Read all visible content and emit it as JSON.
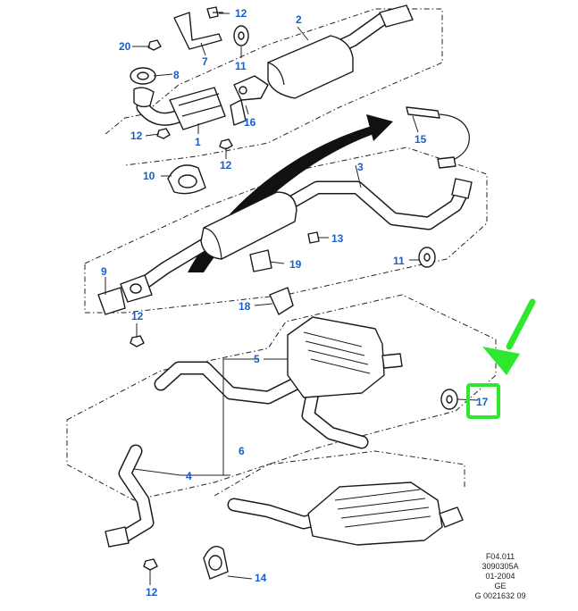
{
  "diagram": {
    "accent_color": "#1a5fc8",
    "highlight_color": "#2ee82e",
    "callouts": [
      {
        "id": "c1",
        "label": "1"
      },
      {
        "id": "c2",
        "label": "2"
      },
      {
        "id": "c3",
        "label": "3"
      },
      {
        "id": "c4",
        "label": "4"
      },
      {
        "id": "c5",
        "label": "5"
      },
      {
        "id": "c6",
        "label": "6"
      },
      {
        "id": "c7",
        "label": "7"
      },
      {
        "id": "c8",
        "label": "8"
      },
      {
        "id": "c9",
        "label": "9"
      },
      {
        "id": "c10",
        "label": "10"
      },
      {
        "id": "c11a",
        "label": "11"
      },
      {
        "id": "c11b",
        "label": "11"
      },
      {
        "id": "c12a",
        "label": "12"
      },
      {
        "id": "c12b",
        "label": "12"
      },
      {
        "id": "c12c",
        "label": "12"
      },
      {
        "id": "c12d",
        "label": "12"
      },
      {
        "id": "c12e",
        "label": "12"
      },
      {
        "id": "c13",
        "label": "13"
      },
      {
        "id": "c14",
        "label": "14"
      },
      {
        "id": "c15",
        "label": "15"
      },
      {
        "id": "c16",
        "label": "16"
      },
      {
        "id": "c17",
        "label": "17"
      },
      {
        "id": "c18",
        "label": "18"
      },
      {
        "id": "c19",
        "label": "19"
      },
      {
        "id": "c20",
        "label": "20"
      }
    ],
    "highlighted_callout": "17",
    "footer_lines": [
      "F04.011",
      "3090305A",
      "01-2004",
      "GE",
      "G 0021632 09"
    ]
  }
}
